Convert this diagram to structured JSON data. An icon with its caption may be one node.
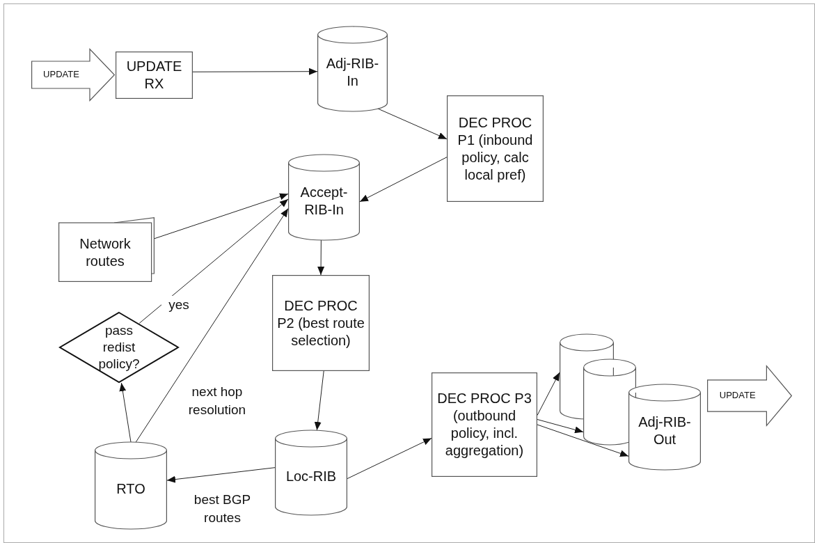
{
  "diagram": {
    "nodes": [
      {
        "text": [
          "UPDATE"
        ]
      },
      {
        "text": [
          "UPDATE RX"
        ]
      },
      {
        "text": [
          "Adj-RIB-In"
        ]
      },
      {
        "text": [
          "DEC PROC P1 (inbound policy, calc local pref)"
        ]
      },
      {
        "text": [
          "Accept-RIB-In"
        ]
      },
      {
        "text": [
          "Network routes"
        ]
      },
      {
        "text": [
          "DEC PROC P2 (best route selection)"
        ]
      },
      {
        "text": [
          "pass redist policy?"
        ]
      },
      {
        "text": [
          "RTO"
        ]
      },
      {
        "text": [
          "Loc-RIB"
        ]
      },
      {
        "text": [
          "DEC PROC P3 (outbound policy, incl. aggregation)"
        ]
      },
      {
        "text": [],
        "shape": "cylinder"
      },
      {
        "text": [],
        "shape": "cylinder"
      },
      {
        "text": [
          "Adj-RIB-Out"
        ]
      },
      {
        "text": [
          "UPDATE"
        ]
      }
    ],
    "edges": [
      {
        "from": 1,
        "to": 2,
        "arrow": "to"
      },
      {
        "from": 2,
        "to": 3,
        "arrow": "to"
      },
      {
        "from": 3,
        "to": 4,
        "arrow": "to"
      },
      {
        "from": 5,
        "to": 4,
        "arrow": "to"
      },
      {
        "from": 7,
        "to": 4,
        "arrow": "to",
        "label": "yes"
      },
      {
        "from": 8,
        "to": 4,
        "arrow": "to",
        "label": "next hop resolution"
      },
      {
        "from": 8,
        "to": 7,
        "arrow": "to"
      },
      {
        "from": 4,
        "to": 6,
        "arrow": "to"
      },
      {
        "from": 6,
        "to": 9,
        "arrow": "to"
      },
      {
        "from": 9,
        "to": 8,
        "arrow": "to",
        "label": "best BGP routes"
      },
      {
        "from": 9,
        "to": 10,
        "arrow": "to"
      },
      {
        "from": 10,
        "to": 11,
        "arrow": "to"
      },
      {
        "from": 10,
        "to": 12,
        "arrow": "to"
      },
      {
        "from": 10,
        "to": 13,
        "arrow": "to"
      }
    ]
  }
}
